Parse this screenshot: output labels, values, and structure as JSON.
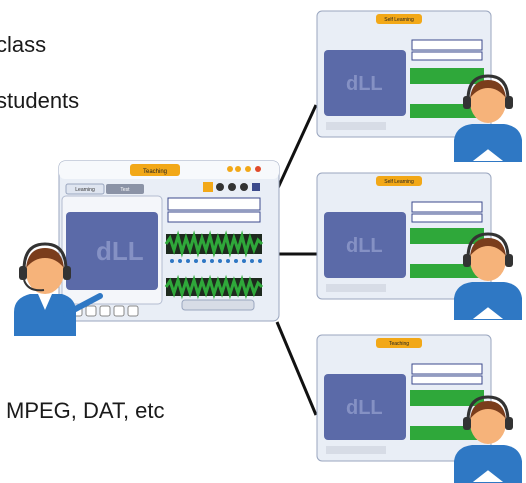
{
  "texts": {
    "line1": "class",
    "line2": "students",
    "line3": "MPEG, DAT, etc"
  },
  "teacher_panel": {
    "title": "Teaching",
    "tabs": [
      "Learning",
      "Test"
    ],
    "logo": "dLL"
  },
  "student_panels": [
    {
      "title": "Self Learning",
      "logo": "dLL"
    },
    {
      "title": "Self Learning",
      "logo": "dLL"
    },
    {
      "title": "Teaching",
      "logo": "dLL"
    }
  ],
  "colors": {
    "panel_bg": "#e9eef6",
    "video_blue": "#5b6aa8",
    "wave_green": "#2fa83a",
    "title_orange": "#f2a818",
    "person_blue": "#2f78c4",
    "skin": "#f6b37a",
    "hair": "#7a3d1c"
  }
}
